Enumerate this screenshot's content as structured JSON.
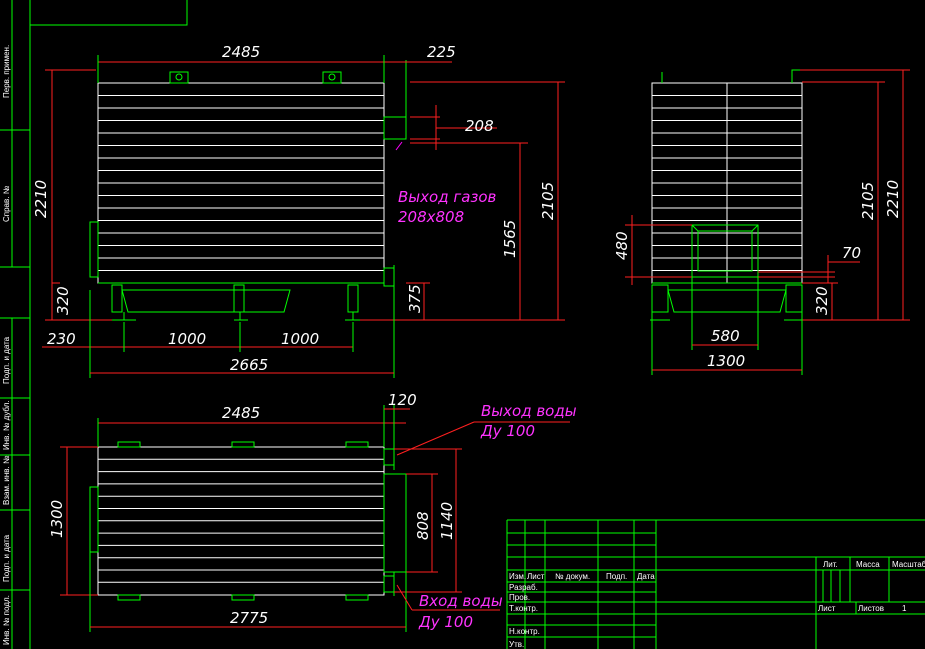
{
  "front_view": {
    "dim_width": "2485",
    "dim_chimney": "225",
    "dim_outlet_h": "208",
    "dim_total_h": "2210",
    "dim_outlet_center": "1565",
    "dim_h2105": "2105",
    "dim_base_h": "320",
    "dim_375": "375",
    "dim_230": "230",
    "dim_1000a": "1000",
    "dim_1000b": "1000",
    "dim_total_len": "2665",
    "gas_outlet_label": "Выход газов",
    "gas_outlet_size": "208x808"
  },
  "side_view": {
    "dim_h2105": "2105",
    "dim_h2210": "2210",
    "dim_480": "480",
    "dim_70": "70",
    "dim_320": "320",
    "dim_580": "580",
    "dim_1300": "1300"
  },
  "top_view": {
    "dim_width": "2485",
    "dim_120": "120",
    "dim_1300": "1300",
    "dim_808": "808",
    "dim_1140": "1140",
    "dim_total_len": "2775",
    "water_out_label": "Выход воды",
    "water_out_size": "Ду 100",
    "water_in_label": "Вход воды",
    "water_in_size": "Ду 100"
  },
  "title_block": {
    "col_izm": "Изм.",
    "col_list": "Лист",
    "col_doc": "№ докум.",
    "col_sign": "Подп.",
    "col_date": "Дата",
    "row_razrab": "Разраб.",
    "row_prov": "Пров.",
    "row_tkontr": "Т.контр.",
    "row_nkontr": "Н.контр.",
    "row_utv": "Утв.",
    "lit": "Лит.",
    "mass": "Масса",
    "scale": "Масштаб",
    "sheet": "Лист",
    "sheets": "Листов",
    "sheets_count": "1"
  },
  "side_stamp": {
    "perv_primen": "Перв. примен.",
    "sprav": "Справ. №",
    "podp_data1": "Подп. и дата",
    "inv_dubl": "Инв. № дубл.",
    "vzam_inv": "Взам. инв. №",
    "podp_data2": "Подп. и дата",
    "inv_podl": "Инв. № подл."
  }
}
